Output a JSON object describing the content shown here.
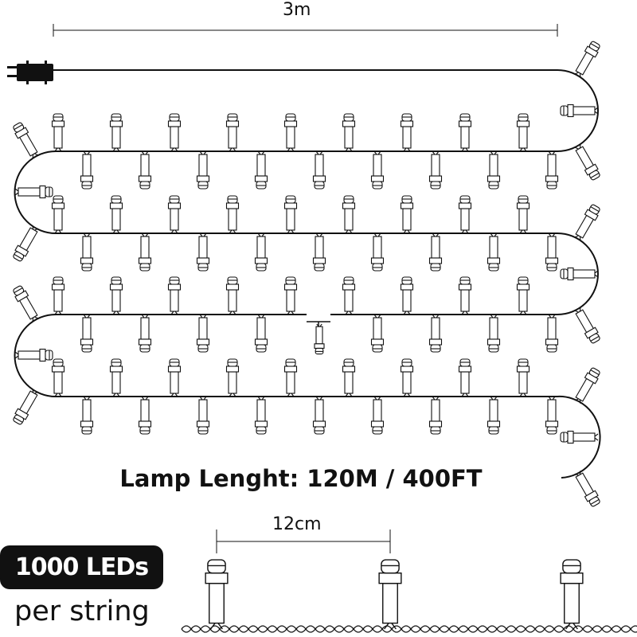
{
  "dimensions": {
    "top_length": "3m",
    "spacing": "12cm"
  },
  "title": "Lamp Lenght: 120M / 400FT",
  "badge": {
    "count": "1000",
    "unit": "LEDs"
  },
  "per_string": "per string",
  "colors": {
    "line": "#111111",
    "badge_bg": "#111111",
    "badge_text": "#ffffff"
  },
  "icons": [
    "plug-icon",
    "led-bulb-icon"
  ]
}
